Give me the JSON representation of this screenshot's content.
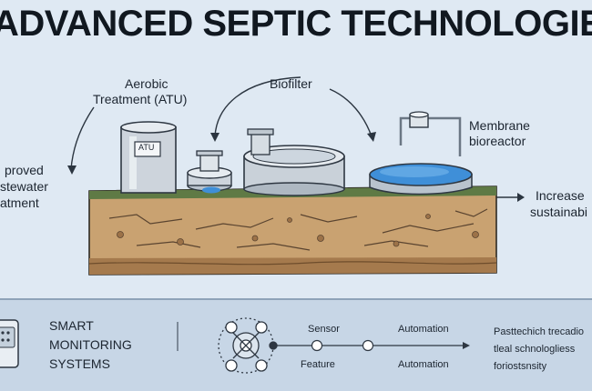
{
  "title": "ADVANCED SEPTIC TECHNOLOGIES",
  "labels": {
    "aerobic_line1": "Aerobic",
    "aerobic_line2": "Treatment (ATU)",
    "biofilter": "Biofilter",
    "membrane_line1": "Membrane",
    "membrane_line2": "bioreactor",
    "improved_line1": "proved",
    "improved_line2": "stewater",
    "improved_line3": "atment",
    "increased_line1": "Increase",
    "increased_line2": "sustainabi",
    "tank_tag": "ATU"
  },
  "bottom": {
    "smart_line1": "SMART",
    "smart_line2": "MONITORING",
    "smart_line3": "SYSTEMS",
    "sensor": "Sensor",
    "automation_top": "Automation",
    "feature": "Feature",
    "automation_bottom": "Automation",
    "right_line1": "Pasttechich trecadio",
    "right_line2": "tleal schnologliess",
    "right_line3": "foriostsnsity"
  },
  "colors": {
    "background": "#dfe9f3",
    "soil": "#c9a271",
    "grass": "#5f7a45",
    "water": "#3f8fd8",
    "panel": "#c7d6e6"
  }
}
